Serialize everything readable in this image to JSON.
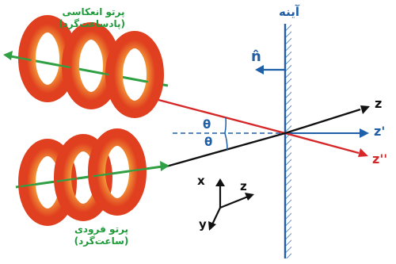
{
  "labels": {
    "mirror": "آینه",
    "normal": "n̂",
    "reflected_beam_line1": "پرتو انعکاسی",
    "reflected_beam_line2": "(پادساعت‌گرد)",
    "incident_beam_line1": "پرتو فرودی",
    "incident_beam_line2": "(ساعت‌گرد)",
    "theta_upper": "θ",
    "theta_lower": "θ",
    "axis_z": "z",
    "axis_z_prime": "z'",
    "axis_z_double_prime": "z''",
    "coord_x": "x",
    "coord_y": "y",
    "coord_z": "z"
  },
  "colors": {
    "mirror": "#1f5fa8",
    "incident_ray": "#111111",
    "reflected_ray": "#d62828",
    "helix_outer": "#e8602a",
    "helix_inner": "#f6d24a",
    "beam_arrow": "#2fa043",
    "label_text_green": "#1f9a3a"
  },
  "icons": {
    "helix": "spiral-beam-icon",
    "arrow": "arrowhead-icon"
  }
}
